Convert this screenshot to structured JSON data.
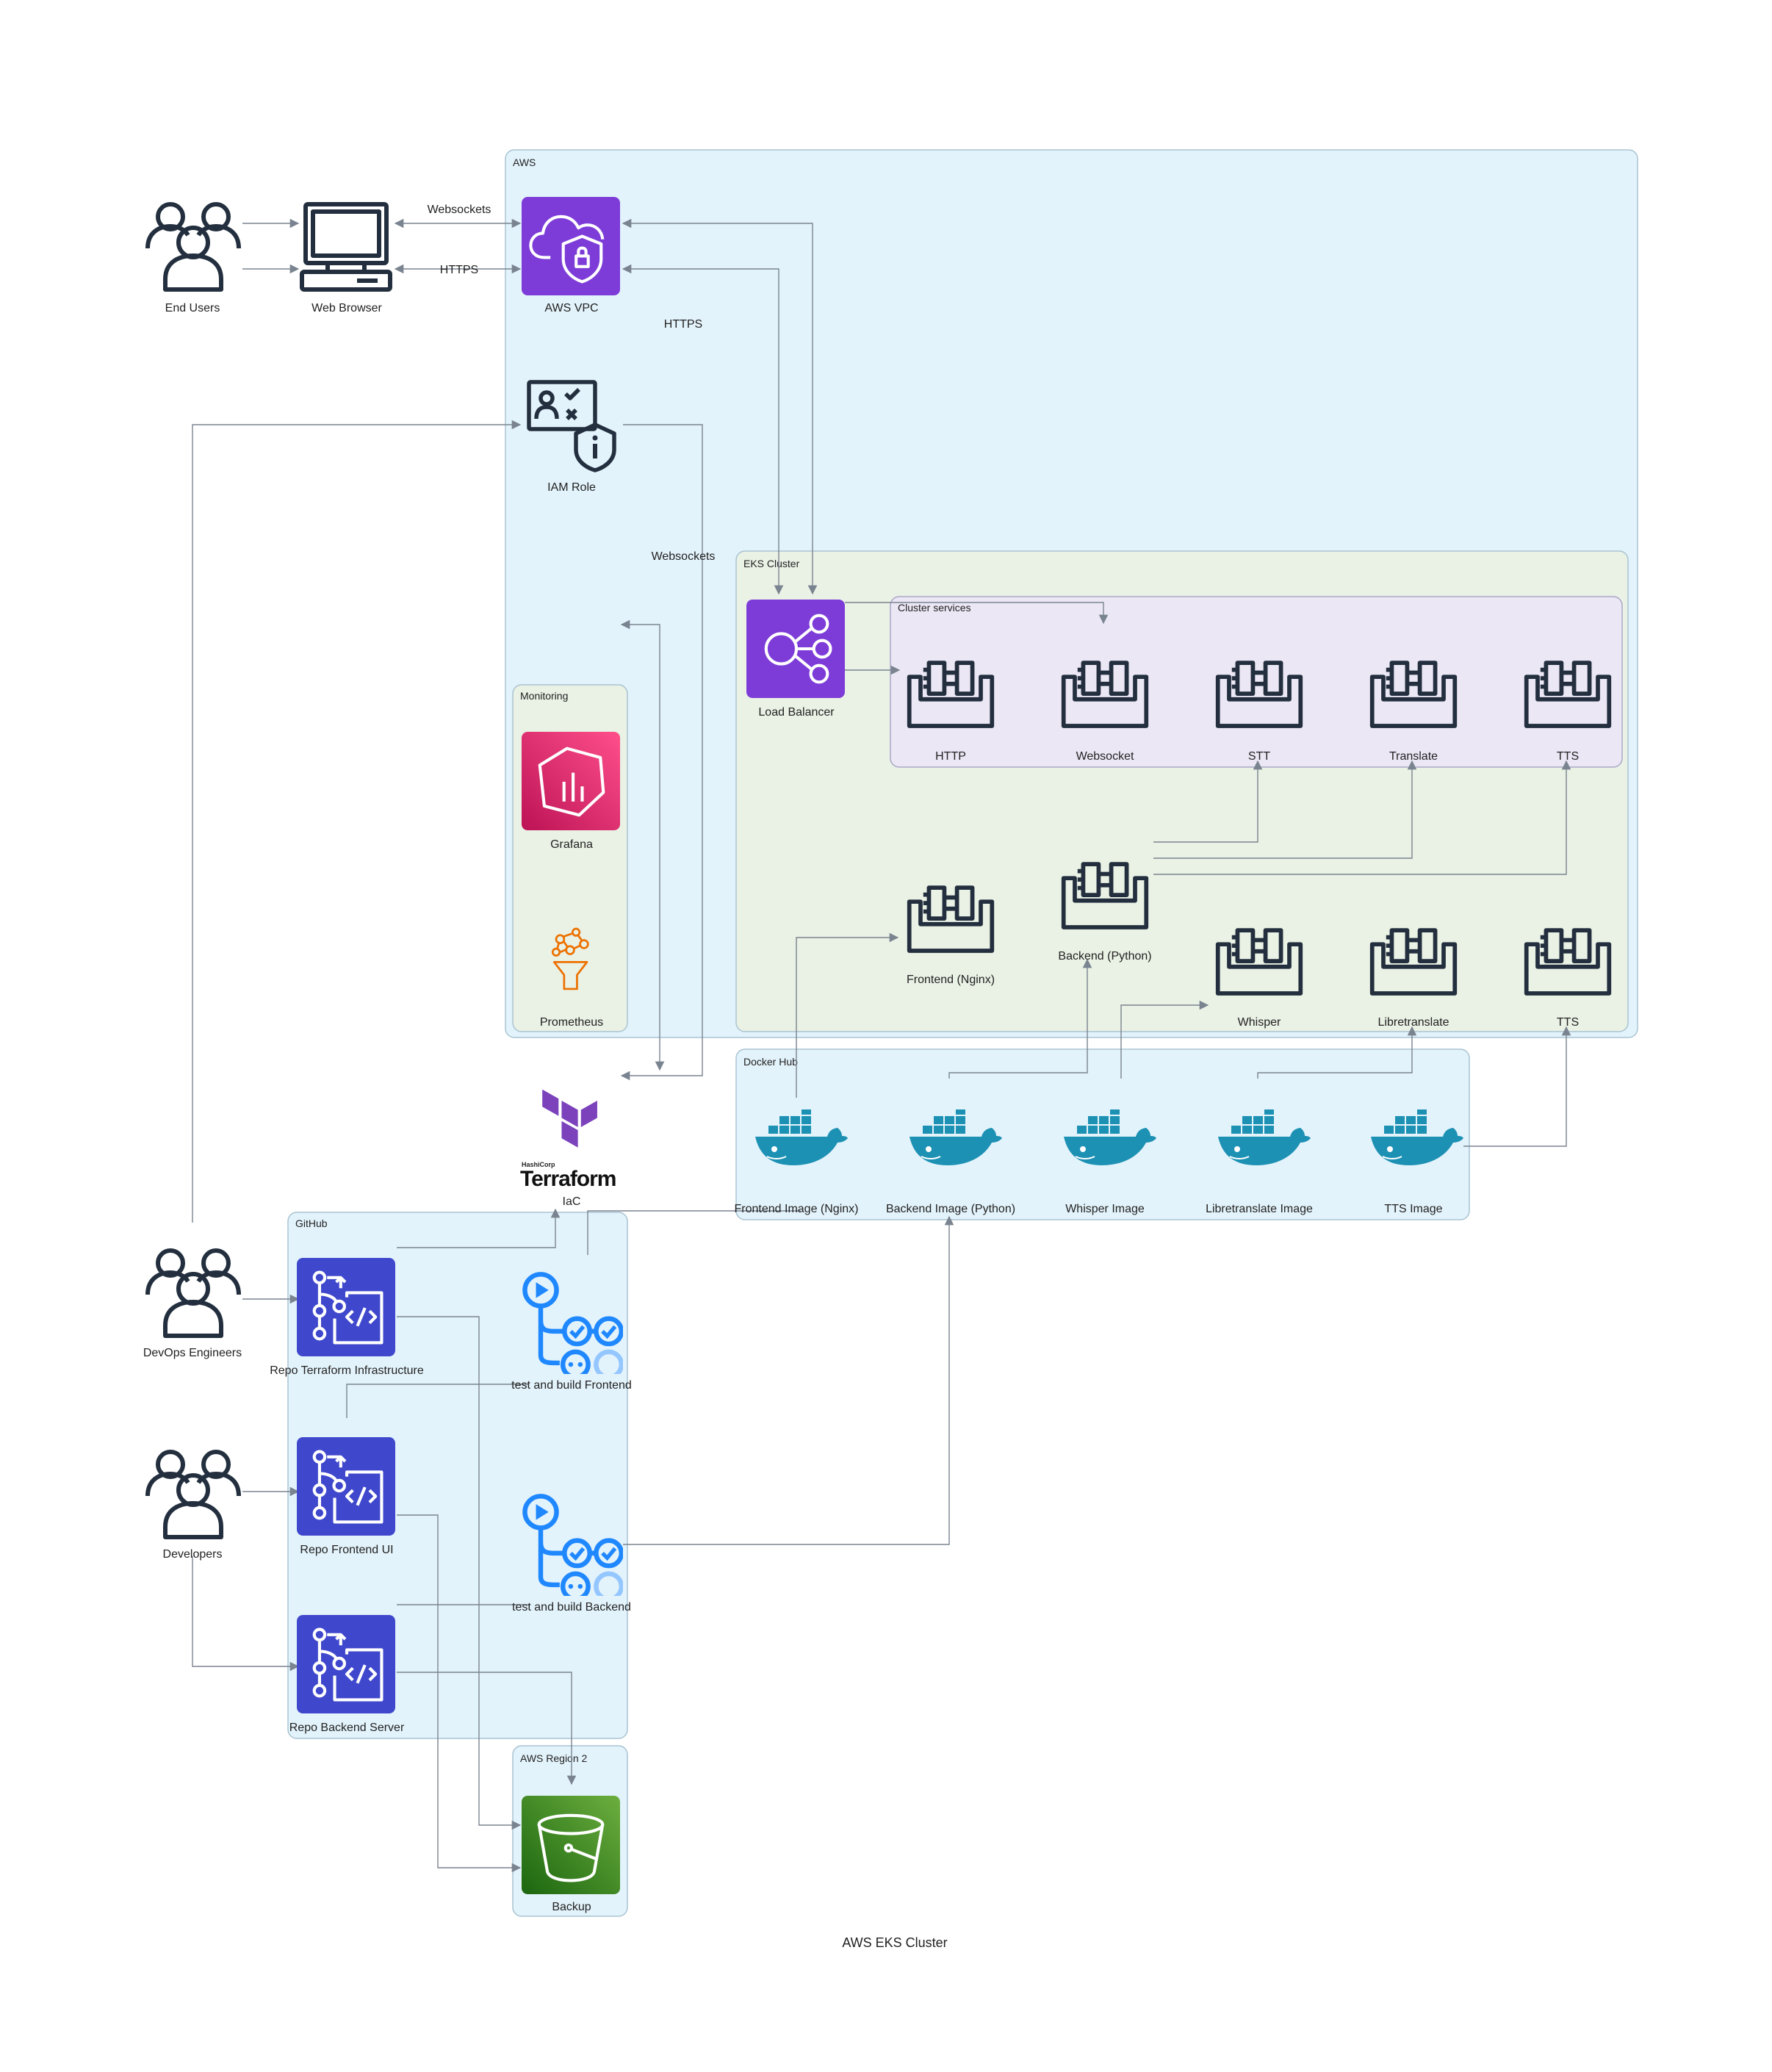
{
  "caption": "AWS EKS Cluster",
  "colors": {
    "group_fill_blue": "#e3f3fb",
    "group_fill_green": "#eaf1e5",
    "group_fill_purple": "#ebe7f5",
    "group_border": "#a9c4d2",
    "edge": "#7a8490",
    "icon_dark": "#232f3e",
    "aws_purple": "#8c4fff",
    "grafana_pink": "#e7157b",
    "prometheus_orange": "#ed7100",
    "codecommit_blue": "#3f48cc",
    "s3_green": "#3f8624",
    "github_actions_blue": "#2088ff",
    "docker_blue": "#1d91b4",
    "terraform_purple": "#7b42bc"
  },
  "groups": {
    "aws": "AWS",
    "eks": "EKS Cluster",
    "cluster_services": "Cluster services",
    "monitoring": "Monitoring",
    "docker_hub": "Docker Hub",
    "github": "GitHub",
    "aws_region2": "AWS Region 2"
  },
  "nodes": {
    "end_users": {
      "label": "End Users",
      "icon": "users-icon"
    },
    "web_browser": {
      "label": "Web Browser",
      "icon": "desktop-icon"
    },
    "aws_vpc": {
      "label": "AWS VPC",
      "icon": "vpc-icon"
    },
    "iam_role": {
      "label": "IAM Role",
      "icon": "iam-role-icon"
    },
    "load_balancer": {
      "label": "Load Balancer",
      "icon": "load-balancer-icon"
    },
    "svc_http": {
      "label": "HTTP",
      "icon": "k8s-service-icon"
    },
    "svc_websocket": {
      "label": "Websocket",
      "icon": "k8s-service-icon"
    },
    "svc_stt": {
      "label": "STT",
      "icon": "k8s-service-icon"
    },
    "svc_translate": {
      "label": "Translate",
      "icon": "k8s-service-icon"
    },
    "svc_tts": {
      "label": "TTS",
      "icon": "k8s-service-icon"
    },
    "grafana": {
      "label": "Grafana",
      "icon": "grafana-icon"
    },
    "prometheus": {
      "label": "Prometheus",
      "icon": "prometheus-icon"
    },
    "frontend": {
      "label": "Frontend (Nginx)",
      "icon": "k8s-service-icon"
    },
    "backend": {
      "label": "Backend (Python)",
      "icon": "k8s-service-icon"
    },
    "whisper": {
      "label": "Whisper",
      "icon": "k8s-service-icon"
    },
    "libretranslate": {
      "label": "Libretranslate",
      "icon": "k8s-service-icon"
    },
    "tts": {
      "label": "TTS",
      "icon": "k8s-service-icon"
    },
    "img_frontend": {
      "label": "Frontend Image (Nginx)",
      "icon": "docker-icon"
    },
    "img_backend": {
      "label": "Backend Image (Python)",
      "icon": "docker-icon"
    },
    "img_whisper": {
      "label": "Whisper Image",
      "icon": "docker-icon"
    },
    "img_libre": {
      "label": "Libretranslate Image",
      "icon": "docker-icon"
    },
    "img_tts": {
      "label": "TTS Image",
      "icon": "docker-icon"
    },
    "iac": {
      "label": "IaC",
      "icon": "terraform-icon",
      "logo_small": "HashiCorp",
      "logo_word": "Terraform"
    },
    "devops": {
      "label": "DevOps Engineers",
      "icon": "users-icon"
    },
    "developers": {
      "label": "Developers",
      "icon": "users-icon"
    },
    "repo_tf": {
      "label": "Repo Terraform Infrastructure",
      "icon": "repo-icon"
    },
    "repo_fe": {
      "label": "Repo Frontend UI",
      "icon": "repo-icon"
    },
    "repo_be": {
      "label": "Repo Backend Server",
      "icon": "repo-icon"
    },
    "ci_fe": {
      "label": "test and build Frontend",
      "icon": "github-actions-icon"
    },
    "ci_be": {
      "label": "test and build Backend",
      "icon": "github-actions-icon"
    },
    "backup": {
      "label": "Backup",
      "icon": "s3-bucket-icon"
    }
  },
  "edge_labels": {
    "browser_vpc_ws": "Websockets",
    "browser_vpc_https": "HTTPS",
    "vpc_lb_https": "HTTPS",
    "iam_ws": "Websockets"
  }
}
